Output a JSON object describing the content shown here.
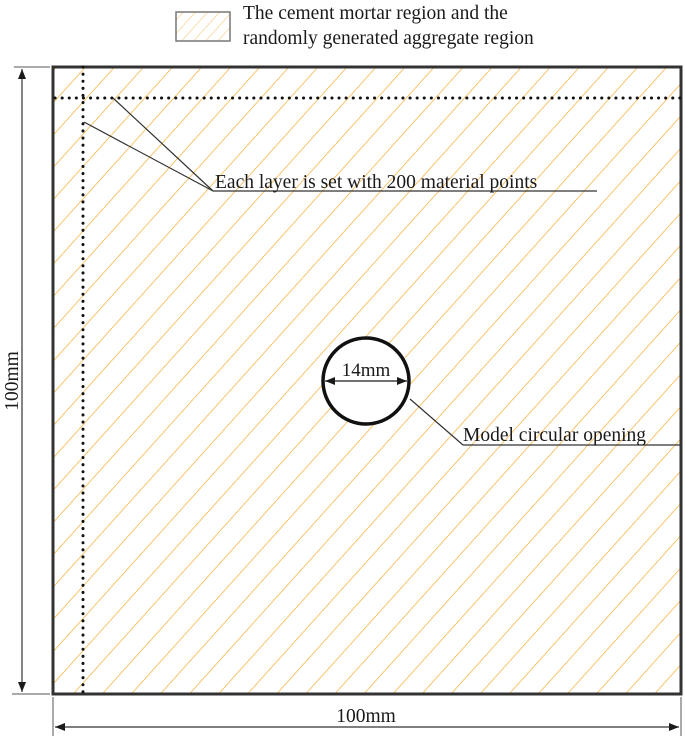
{
  "legend": {
    "line1": "The cement mortar region and the",
    "line2": "randomly generated aggregate region",
    "hatch_color": "#f5a623"
  },
  "annotations": {
    "material_points": "Each layer is set with 200 material points",
    "opening": "Model circular opening",
    "opening_diameter": "14mm"
  },
  "dimensions": {
    "width": "100mm",
    "height": "100mm"
  },
  "colors": {
    "hatch": "#f5a623",
    "border": "#333333",
    "dots": "#111111"
  }
}
